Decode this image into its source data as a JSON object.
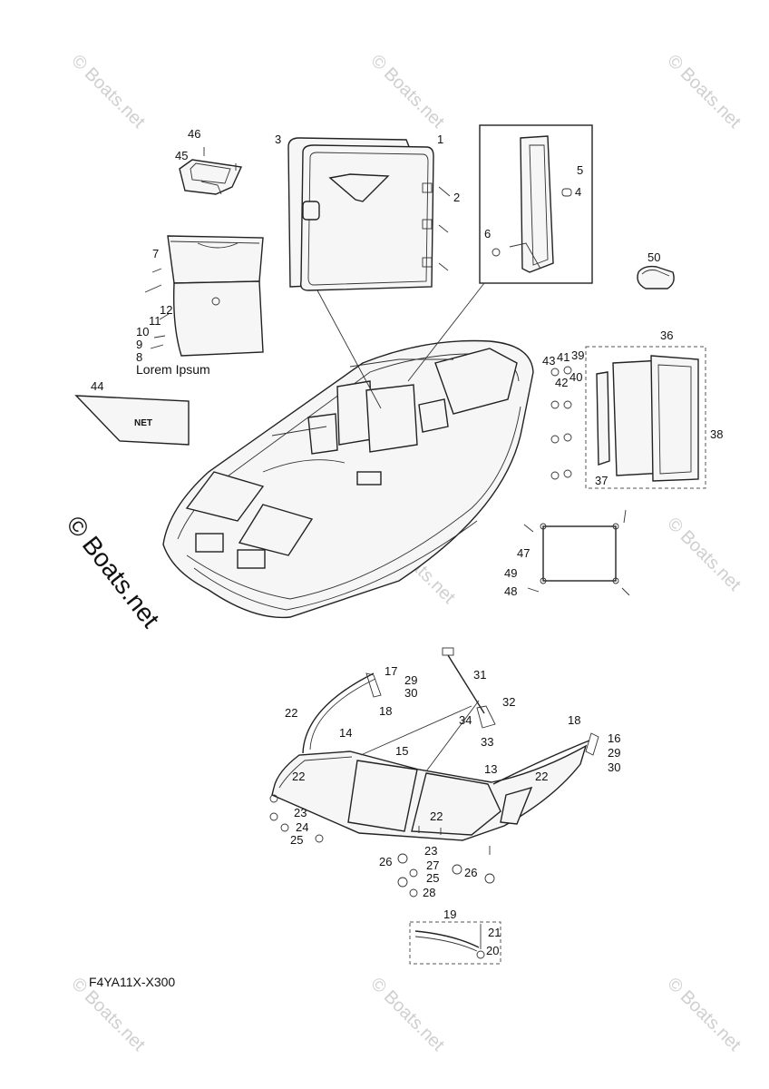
{
  "watermark_text": "© Boats.net",
  "side_watermark_text": "© Boats.net",
  "diagram_code": "F4YA11X-X300",
  "lorem_label": "Lorem Ipsum",
  "net_label": "NET",
  "callouts": [
    "1",
    "2",
    "3",
    "4",
    "5",
    "6",
    "7",
    "8",
    "9",
    "10",
    "11",
    "12",
    "13",
    "14",
    "15",
    "16",
    "17",
    "18",
    "19",
    "20",
    "21",
    "22",
    "23",
    "24",
    "25",
    "26",
    "27",
    "28",
    "29",
    "30",
    "31",
    "32",
    "33",
    "34",
    "36",
    "37",
    "38",
    "39",
    "40",
    "41",
    "42",
    "43",
    "44",
    "45",
    "46",
    "47",
    "48",
    "49",
    "50"
  ]
}
